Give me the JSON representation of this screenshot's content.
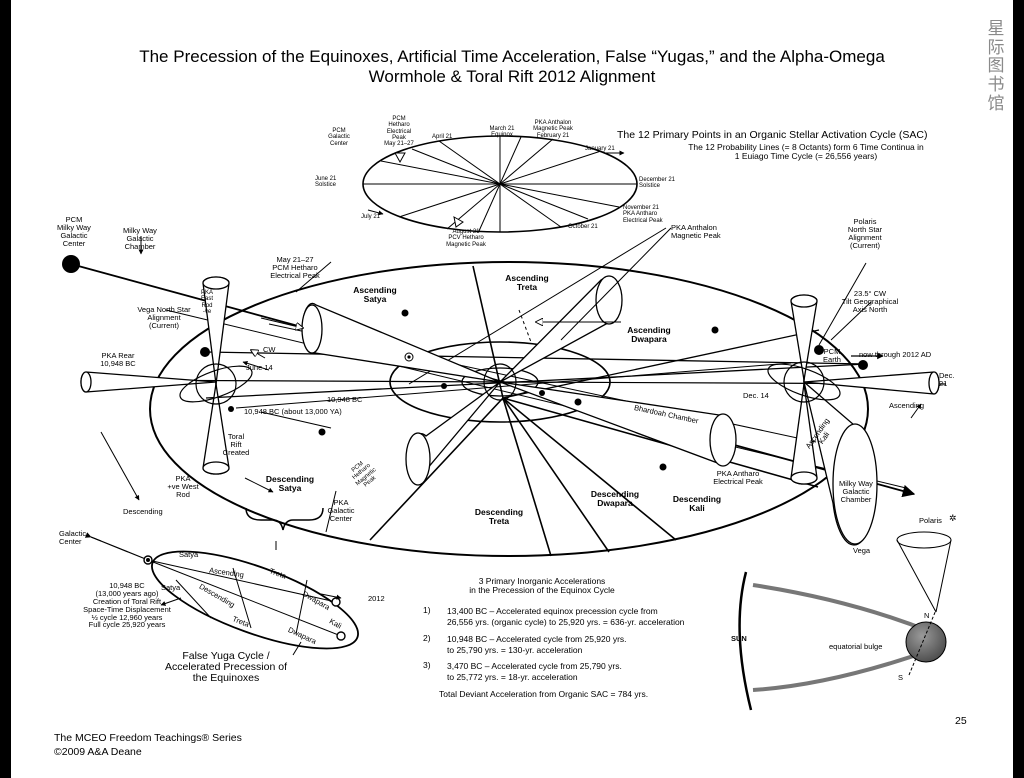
{
  "title": "The Precession of the Equinoxes, Artificial Time Acceleration, False “Yugas,” and the Alpha-Omega\nWormhole & Toral Rift 2012 Alignment",
  "sac": {
    "heading": "The 12 Primary Points in an Organic Stellar Activation Cycle (SAC)",
    "subtext": "The 12 Probability Lines (= 8 Octants) form 6 Time Continua in\n1 Euiago Time Cycle (= 26,556 years)",
    "labels": {
      "pcm_galactic_center": "PCM\nGalactic\nCenter",
      "pcm_hetharo": "PCM\nHetharo\nElectrical\nPeak\nMay 21–27",
      "april21": "April 21",
      "march21": "March 21\nEquinox",
      "pka_anthalon": "PKA Anthalon\nMagnetic Peak\nFebruary 21",
      "january21": "January 21",
      "june21": "June 21\nSolstice",
      "december21": "December 21\nSolstice",
      "november21": "November 21\nPKA Antharo\nElectrical Peak",
      "july21": "July 21",
      "august21": "August 21\nPCV Hetharo\nMagnetic Peak",
      "october21": "October 21"
    }
  },
  "main": {
    "pcm_mw_center": "PCM\nMilky Way\nGalactic\nCenter",
    "mw_chamber": "Milky Way\nGalactic\nChamber",
    "may_hetharo": "May 21–27\nPCM Hetharo\nElectrical Peak",
    "pka_east_rod": "PKA\nEast\nRod\n-ve",
    "vega_alignment": "Vega North Star\nAlignment\n(Current)",
    "pka_anthalon": "PKA Anthalon\nMagnetic Peak",
    "polaris_alignment": "Polaris\nNorth Star\nAlignment\n(Current)",
    "tilt": "23.5° CW\nTilt Geographical\nAxis North",
    "pcm_earth": "PCM\nEarth",
    "now_2012": "now through 2012 AD",
    "dec21": "Dec.\n21",
    "dec14": "Dec. 14",
    "ascending_arrow": "Ascending",
    "pka_rear": "PKA Rear\n10,948 BC",
    "cw": "CW",
    "june14": "June 14",
    "bc_10948": "10,948 BC",
    "bc_13000": "10,948 BC (about 13,000 YA)",
    "toral_rift": "Toral\nRift\nCreated",
    "pka_west_rod": "PKA\n+ve West\nRod",
    "descending_arrow": "Descending",
    "bhardoah": "Bhardoah Chamber",
    "pka_antharo": "PKA Antharo\nElectrical Peak",
    "ascending_kali": "Ascending\nKali",
    "mw_chamber_right": "Milky Way\nGalactic\nChamber",
    "pcm_hetharo_magnetic": "PCM\nHetharo\nMagnetic\nPeak",
    "pka_galactic_center": "PKA\nGalactic\nCenter",
    "sectors": {
      "asc_satya": "Ascending\nSatya",
      "asc_treta": "Ascending\nTreta",
      "asc_dwapara": "Ascending\nDwapara",
      "desc_satya": "Descending\nSatya",
      "desc_treta": "Descending\nTreta",
      "desc_dwapara": "Descending\nDwapara",
      "desc_kali": "Descending\nKali"
    }
  },
  "yuga": {
    "galactic_center": "Galactic\nCenter",
    "satya_top": "Satya",
    "satya_left": "Satya",
    "ascending": "Ascending",
    "treta_top": "Treta",
    "descending": "Descending",
    "treta_bottom": "Treta",
    "dwapara_right": "Dwapara",
    "dwapara_bottom": "Dwapara",
    "kali": "Kali",
    "year2012": "2012",
    "note": "10,948 BC\n(13,000 years ago)\nCreation of Toral Rift\nSpace-Time Displacement\n½ cycle 12,960 years\nFull cycle 25,920 years",
    "caption": "False Yuga Cycle /\nAccelerated Precession of\nthe Equinoxes"
  },
  "accel": {
    "title": "3 Primary Inorganic Accelerations\nin the Precession of the Equinox Cycle",
    "items": [
      {
        "num": "1)",
        "text": "13,400 BC – Accelerated equinox precession cycle from\n26,556 yrs. (organic cycle) to 25,920 yrs. = 636-yr. acceleration"
      },
      {
        "num": "2)",
        "text": "10,948 BC – Accelerated cycle from 25,920 yrs.\nto 25,790 yrs. = 130-yr. acceleration"
      },
      {
        "num": "3)",
        "text": "3,470 BC – Accelerated cycle from 25,790 yrs.\nto 25,772 yrs. = 18-yr. acceleration"
      }
    ],
    "total": "Total Deviant Acceleration from Organic SAC = 784 yrs."
  },
  "earth": {
    "polaris": "Polaris",
    "vega": "Vega",
    "sun": "SUN",
    "bulge": "equatorial bulge",
    "n": "N",
    "s": "S"
  },
  "page_number": "25",
  "footer": "The MCEO Freedom Teachings® Series\n©2009 A&A Deane",
  "watermark": "星际图书馆"
}
